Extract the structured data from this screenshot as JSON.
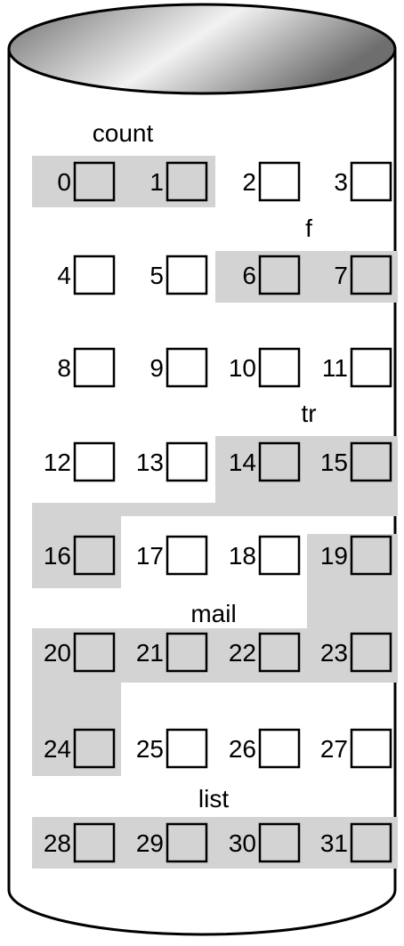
{
  "colors": {
    "allocated_fill": "#d3d3d3",
    "block_free": "#ffffff",
    "block_used": "#d3d3d3",
    "outline": "#000000",
    "lid_dark": "#6e6e6e",
    "lid_light": "#f2f2f2"
  },
  "files": [
    {
      "name": "count",
      "blocks": [
        0,
        1
      ]
    },
    {
      "name": "f",
      "blocks": [
        6,
        7
      ]
    },
    {
      "name": "tr",
      "blocks": [
        14,
        15,
        16
      ]
    },
    {
      "name": "mail",
      "blocks": [
        19,
        20,
        21,
        22,
        23,
        24
      ]
    },
    {
      "name": "list",
      "blocks": [
        28,
        29,
        30,
        31
      ]
    }
  ],
  "blocks": [
    {
      "number": "0"
    },
    {
      "number": "1"
    },
    {
      "number": "2"
    },
    {
      "number": "3"
    },
    {
      "number": "4"
    },
    {
      "number": "5"
    },
    {
      "number": "6"
    },
    {
      "number": "7"
    },
    {
      "number": "8"
    },
    {
      "number": "9"
    },
    {
      "number": "10"
    },
    {
      "number": "11"
    },
    {
      "number": "12"
    },
    {
      "number": "13"
    },
    {
      "number": "14"
    },
    {
      "number": "15"
    },
    {
      "number": "16"
    },
    {
      "number": "17"
    },
    {
      "number": "18"
    },
    {
      "number": "19"
    },
    {
      "number": "20"
    },
    {
      "number": "21"
    },
    {
      "number": "22"
    },
    {
      "number": "23"
    },
    {
      "number": "24"
    },
    {
      "number": "25"
    },
    {
      "number": "26"
    },
    {
      "number": "27"
    },
    {
      "number": "28"
    },
    {
      "number": "29"
    },
    {
      "number": "30"
    },
    {
      "number": "31"
    }
  ]
}
